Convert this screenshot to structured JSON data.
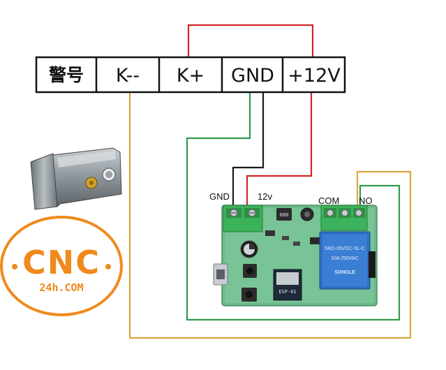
{
  "terminal_block": {
    "cells": [
      {
        "label": "警号"
      },
      {
        "label": "K--"
      },
      {
        "label": "K+"
      },
      {
        "label": "GND"
      },
      {
        "label": "+12V"
      }
    ]
  },
  "board": {
    "pin_gnd": "GND",
    "pin_12v": "12v",
    "pin_com": "COM",
    "pin_no": "NO",
    "chip_text": "ESP-01",
    "cap_text": "680",
    "relay_line1": "SRD-05VDC-SL-C",
    "relay_line2": "10A 250VAC",
    "relay_brand": "SONGLE"
  },
  "logo": {
    "main": "CNC",
    "sub": "24h.COM"
  },
  "colors": {
    "wire_red": "#d42525",
    "wire_black": "#1a1a1a",
    "wire_green": "#2f9a4a",
    "wire_orange": "#d9a640",
    "logo_orange": "#f08a1c",
    "pcb_green": "#6bb98a",
    "terminal_green": "#3cb25a",
    "relay_blue": "#2f6fc4"
  }
}
